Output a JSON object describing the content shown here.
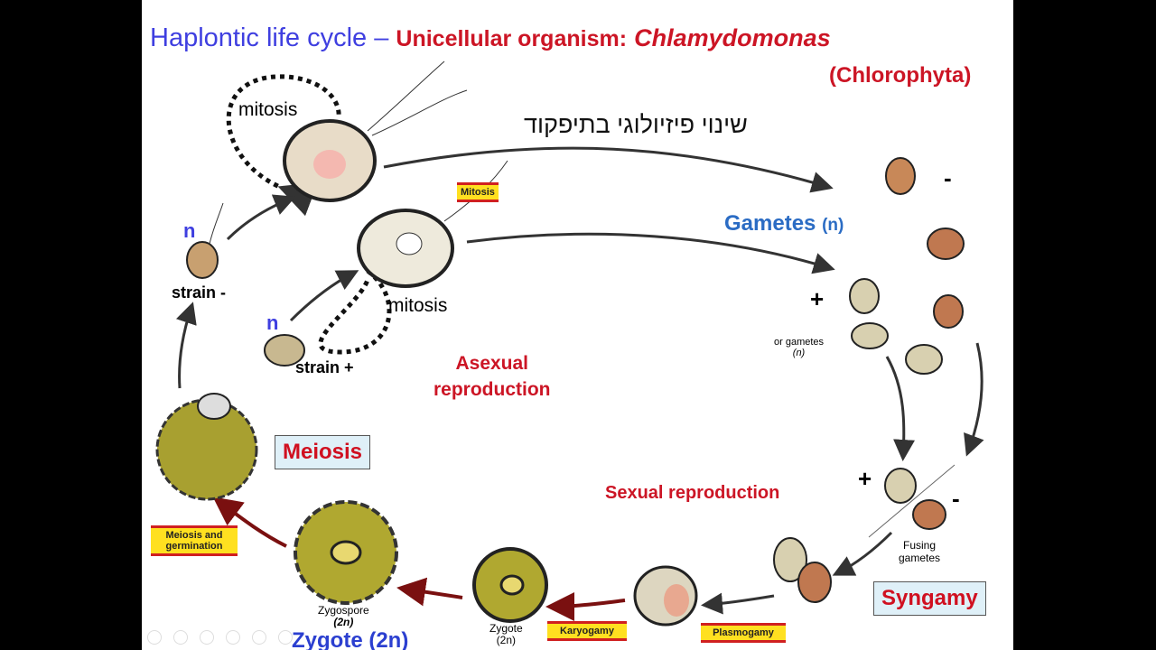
{
  "title": {
    "part1": "Haplontic life cycle –",
    "part2": "Unicellular organism:",
    "part3": "Chlamydomonas",
    "part4": "(Chlorophyta)"
  },
  "hebrew_note": "שינוי פיזיולוגי בתיפקוד",
  "labels": {
    "mitosis_top": "mitosis",
    "mitosis_mid": "mitosis",
    "mitosis_box": "Mitosis",
    "n1": "n",
    "n2": "n",
    "strain_minus": "strain -",
    "strain_plus": "strain +",
    "asexual": "Asexual\nreproduction",
    "gametes": "Gametes",
    "gametes_n": "(n)",
    "minus1": "-",
    "plus1": "+",
    "or_gametes": "or gametes",
    "or_gametes_n": "(n)",
    "plus2": "+",
    "minus2": "-",
    "fusing_gametes": "Fusing\ngametes",
    "syngamy": "Syngamy",
    "sexual": "Sexual reproduction",
    "plasmogamy": "Plasmogamy",
    "karyogamy": "Karyogamy",
    "zygote": "Zygote",
    "zygote_2n": "(2n)",
    "zygospore": "Zygospore",
    "zygospore_2n": "(2n)",
    "zygote_big": "Zygote (2n)",
    "meiosis": "Meiosis",
    "meiosis_germ": "Meiosis and\ngermination"
  },
  "colors": {
    "blue": "#3f3fe0",
    "red": "#cc1525",
    "gamete_blue": "#2b6cc4",
    "arrow": "#3a3a3a",
    "dark_red_arrow": "#7a1010",
    "yellow_box": "#ffe020"
  }
}
